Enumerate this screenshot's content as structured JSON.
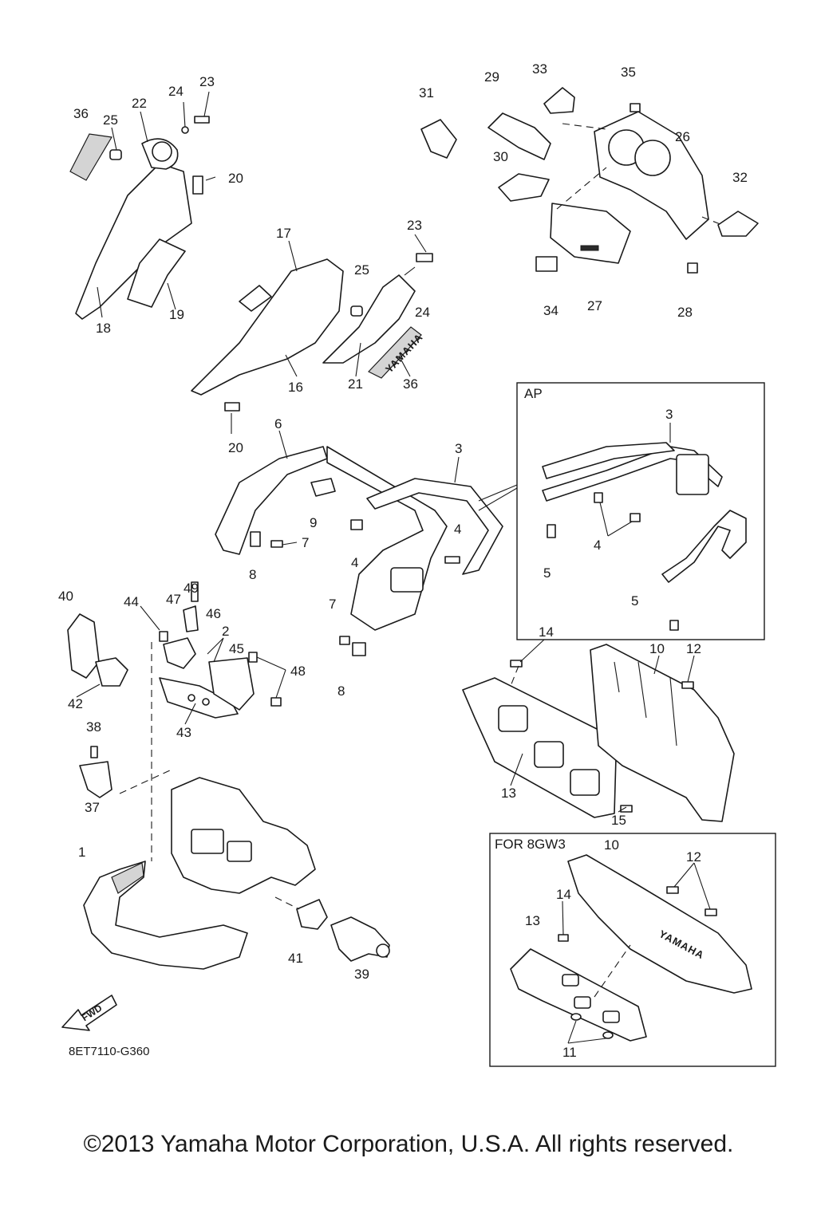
{
  "diagram_code": "8ET7110-G360",
  "copyright": "©2013 Yamaha Motor Corporation, U.S.A. All rights reserved.",
  "inset_ap": {
    "title": "AP"
  },
  "inset_8gw3": {
    "title": "FOR 8GW3"
  },
  "decals": {
    "side_decal": "YAMAHA",
    "skid_plate_decal": "YAMAHA"
  },
  "fwd_label": "FWD",
  "callouts": [
    "36",
    "25",
    "22",
    "24",
    "23",
    "20",
    "18",
    "19",
    "17",
    "23",
    "25",
    "24",
    "16",
    "21",
    "36",
    "20",
    "31",
    "29",
    "33",
    "35",
    "26",
    "30",
    "32",
    "34",
    "27",
    "28",
    "6",
    "3",
    "9",
    "7",
    "4",
    "8",
    "4",
    "3",
    "4",
    "5",
    "5",
    "49",
    "40",
    "44",
    "47",
    "46",
    "2",
    "45",
    "48",
    "42",
    "43",
    "7",
    "8",
    "14",
    "10",
    "12",
    "13",
    "15",
    "38",
    "37",
    "1",
    "41",
    "39",
    "10",
    "12",
    "14",
    "13",
    "11"
  ]
}
